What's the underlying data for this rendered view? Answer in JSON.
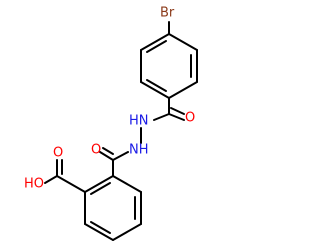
{
  "molecule": {
    "atoms": {
      "br": {
        "text": "Br",
        "color": "#8b3a1a"
      },
      "o_amide": {
        "text": "O",
        "color": "#ff0000"
      },
      "nh_1": {
        "text": "HN",
        "color": "#1a1ae6"
      },
      "nh_2": {
        "text": "NH",
        "color": "#1a1ae6"
      },
      "o_carbonyl": {
        "text": "O",
        "color": "#ff0000"
      },
      "oh": {
        "text": "HO",
        "color": "#ff0000"
      },
      "o_acid": {
        "text": "O",
        "color": "#ff0000"
      }
    },
    "bond_color": "#000000"
  }
}
